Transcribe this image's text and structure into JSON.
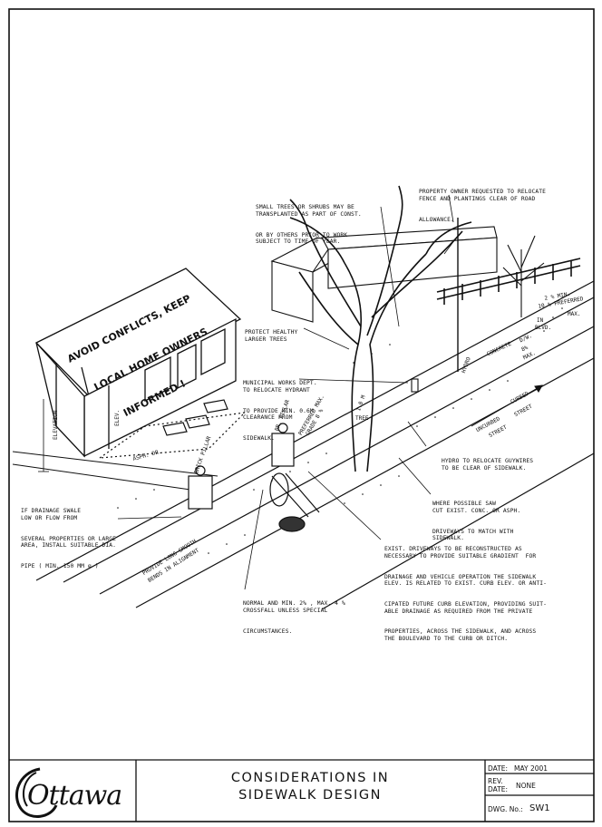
{
  "title_block": {
    "logo_text": "Ottawa",
    "title_line1": "CONSIDERATIONS IN",
    "title_line2": "SIDEWALK DESIGN",
    "date_label": "DATE:",
    "date_value": "MAY 2001",
    "rev_label_1": "REV.",
    "rev_label_2": "DATE:",
    "rev_value": "NONE",
    "dwg_label": "DWG. No.:",
    "dwg_value": "SW1"
  },
  "house_roof_text": [
    "AVOID CONFLICTS, KEEP",
    "LOCAL HOME OWNERS",
    "INFORMED !"
  ],
  "notes": {
    "small_trees": [
      "SMALL TREES OR SHRUBS MAY BE",
      "TRANSPLANTED AS PART OF CONST.",
      "OR BY OTHERS PRIOR TO WORK",
      "SUBJECT TO TIME OF YEAR."
    ],
    "property_owner": [
      "PROPERTY OWNER REQUESTED TO RELOCATE",
      "FENCE AND PLANTINGS CLEAR OF ROAD",
      "ALLOWANCE."
    ],
    "protect_trees": [
      "PROTECT HEALTHY",
      "LARGER TREES"
    ],
    "municipal": [
      "MUNICIPAL WORKS DEPT.",
      "TO RELOCATE HYDRANT",
      "TO PROVIDE MIN. 0.6m",
      "CLEARANCE FROM",
      "SIDEWALK."
    ],
    "hydro": [
      "HYDRO TO RELOCATE GUYWIRES",
      "TO BE CLEAR OF SIDEWALK."
    ],
    "saw_cut": [
      "WHERE POSSIBLE SAW",
      "CUT EXIST. CONC. OR ASPH.",
      "DRIVEWAYS TO MATCH WITH",
      "SIDEWALK."
    ],
    "swale": [
      "IF DRAINAGE SWALE",
      "LOW OR FLOW FROM",
      "SEVERAL PROPERTIES OR LARGE",
      "AREA, INSTALL SUITABLE DIA.",
      "PIPE ( MIN. 150 mm ∅ )"
    ],
    "driveways": [
      "EXIST. DRIVEWAYS TO BE RECONSTRUCTED AS",
      "NECESSARY TO PROVIDE SUITABLE GRADIENT  FOR",
      "DRAINAGE AND VEHICLE OPERATION THE SIDEWALK",
      "ELEV. IS RELATED TO EXIST. CURB ELEV. OR ANTI-",
      "CIPATED FUTURE CURB ELEVATION, PROVIDING SUIT-",
      "ABLE DRAINAGE AS REQUIRED FROM THE PRIVATE",
      "PROPERTIES, ACROSS THE SIDEWALK, AND ACROSS",
      "THE BOULEVARD TO THE CURB OR DITCH."
    ],
    "crossfall": [
      "NORMAL AND MIN. 2% , MAX. 4 %",
      "CROSSFALL UNLESS SPECIAL",
      "CIRCUMSTANCES."
    ]
  },
  "rotated_labels": {
    "elevation": "ELEVATION",
    "elev": "ELEV.",
    "asph_dr": "ASPH. DR.",
    "brick_pillar": "BRICK PILLAR",
    "br_pillar": "BR. PILLAR",
    "preferred": "PREFERRED MAX.",
    "grade": "GRADE 8 %",
    "one_m_tree": "1.0 m",
    "tree": "TREE",
    "min_2": "2 % MIN.",
    "pref_10": "10 % PREFERRED",
    "max": "MAX.",
    "in_blvd": "IN",
    "blvd": "BLVD.",
    "concrete_dw": "CONCRETE",
    "dw": "D/W.",
    "eight_pct": "8%",
    "eight_max": "MAX.",
    "hydro": "HYDRO",
    "uncurbed": "UNCURBED",
    "curbed": "CURBED",
    "street": "STREET",
    "street2": "STREET",
    "bends": "PROVIDE LONG SMOOTH",
    "bends2": "BENDS IN ALIGNMENT"
  }
}
